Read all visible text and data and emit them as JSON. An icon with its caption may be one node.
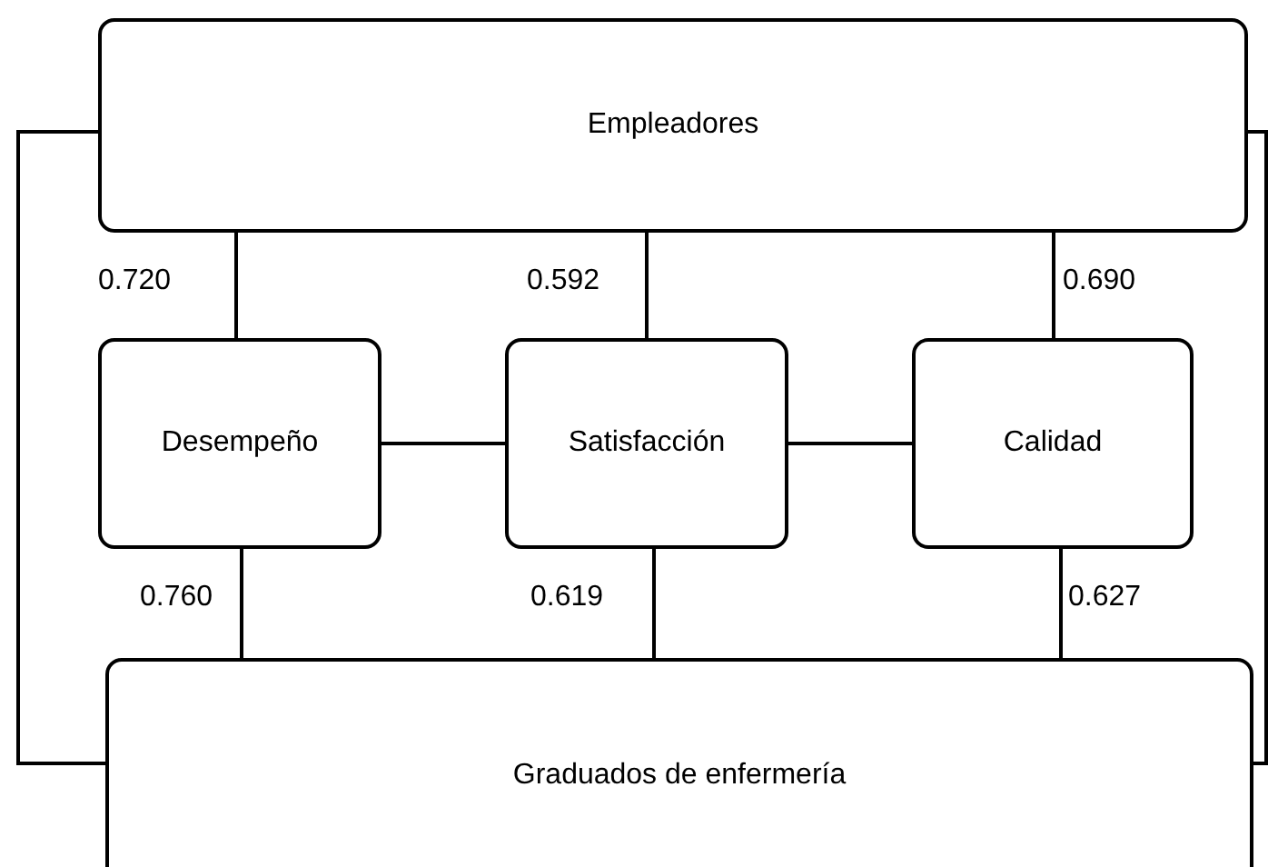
{
  "diagram": {
    "nodes": [
      {
        "text": [
          "Empleadores"
        ]
      },
      {
        "text": [
          "Desempeño"
        ]
      },
      {
        "text": [
          "Satisfacción"
        ]
      },
      {
        "text": [
          "Calidad"
        ]
      },
      {
        "text": [
          "Graduados de enfermería"
        ]
      }
    ],
    "edges": [
      {
        "from": 0,
        "to": 1,
        "arrow": "none",
        "label": "0.720"
      },
      {
        "from": 0,
        "to": 2,
        "arrow": "none",
        "label": "0.592"
      },
      {
        "from": 0,
        "to": 3,
        "arrow": "none",
        "label": "0.690"
      },
      {
        "from": 1,
        "to": 2,
        "arrow": "none"
      },
      {
        "from": 2,
        "to": 3,
        "arrow": "none"
      },
      {
        "from": 1,
        "to": 4,
        "arrow": "none",
        "label": "0.760"
      },
      {
        "from": 2,
        "to": 4,
        "arrow": "none",
        "label": "0.619"
      },
      {
        "from": 3,
        "to": 4,
        "arrow": "none",
        "label": "0.627"
      },
      {
        "from": 0,
        "to": 4,
        "arrow": "none"
      },
      {
        "from": 0,
        "to": 4,
        "arrow": "none"
      }
    ]
  }
}
